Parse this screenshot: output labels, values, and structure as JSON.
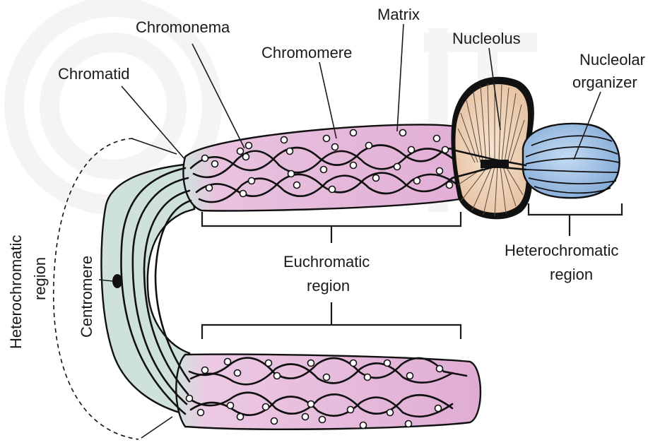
{
  "colors": {
    "euchromatin": "#e6b4d9",
    "heterochromatin": "#cddfdc",
    "nucleolus": "#f1d6bd",
    "nucleolar_organizer": "#9cc0e6",
    "outline": "#111111"
  },
  "labels": {
    "chromonema": "Chromonema",
    "matrix": "Matrix",
    "nucleolus": "Nucleolus",
    "chromomere": "Chromomere",
    "nucleolar_organizer_line1": "Nucleolar",
    "nucleolar_organizer_line2": "organizer",
    "chromatid": "Chromatid",
    "euchromatic_line1": "Euchromatic",
    "euchromatic_line2": "region",
    "hetero_right_line1": "Heterochromatic",
    "hetero_right_line2": "region",
    "centromere": "Centromere",
    "hetero_left_line1": "Heterochromatic",
    "hetero_left_line2": "region"
  }
}
